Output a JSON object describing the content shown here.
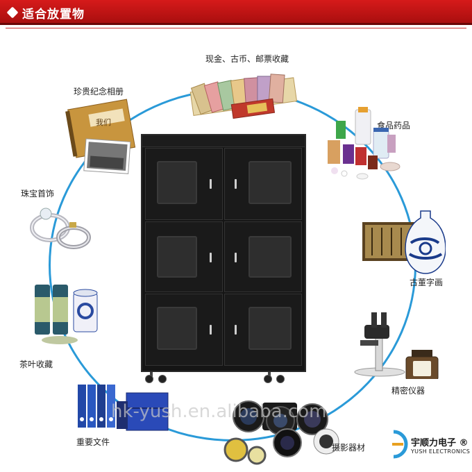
{
  "header": {
    "title": "适合放置物"
  },
  "items": {
    "money": "现金、古币、邮票收藏",
    "album": "珍贵纪念相册",
    "medicine": "食品药品",
    "jewelry": "珠宝首饰",
    "antique": "古董字画",
    "tea": "茶叶收藏",
    "instrument": "精密仪器",
    "documents": "重要文件",
    "camera": "摄影器材"
  },
  "album_text": "我们",
  "watermark": "hk-yush.en.alibaba.com",
  "brand": {
    "cn": "宇顺力电子",
    "en": "YUSH ELECTRONICS",
    "mark": "®"
  },
  "colors": {
    "header_red": "#c41414",
    "circle_blue": "#2a9ad8"
  }
}
